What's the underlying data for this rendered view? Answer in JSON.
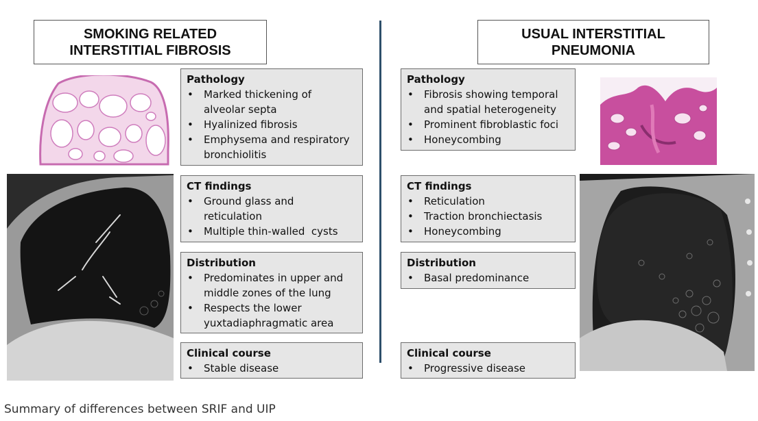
{
  "left": {
    "title": "SMOKING RELATED\nINTERSTITIAL FIBROSIS",
    "pathology": {
      "title": "Pathology",
      "items": [
        "Marked thickening of\nalveolar septa",
        "Hyalinized fibrosis",
        "Emphysema and respiratory\nbronchiolitis"
      ]
    },
    "ct": {
      "title": "CT findings",
      "items": [
        "Ground glass and\nreticulation",
        "Multiple thin-walled  cysts"
      ]
    },
    "distribution": {
      "title": "Distribution",
      "items": [
        "Predominates in upper and\nmiddle zones of the lung",
        "Respects the lower\nyuxtadiaphragmatic area"
      ]
    },
    "clinical": {
      "title": "Clinical course",
      "items": [
        "Stable disease"
      ]
    }
  },
  "right": {
    "title": "USUAL INTERSTITIAL\nPNEUMONIA",
    "pathology": {
      "title": "Pathology",
      "items": [
        "Fibrosis showing temporal\nand spatial heterogeneity",
        "Prominent fibroblastic foci",
        "Honeycombing"
      ]
    },
    "ct": {
      "title": "CT findings",
      "items": [
        "Reticulation",
        "Traction bronchiectasis",
        "Honeycombing"
      ]
    },
    "distribution": {
      "title": "Distribution",
      "items": [
        "Basal predominance"
      ]
    },
    "clinical": {
      "title": "Clinical course",
      "items": [
        "Progressive disease"
      ]
    }
  },
  "bullet": "•",
  "caption": "Summary of differences between SRIF and UIP",
  "colors": {
    "box_fill": "#e6e6e6",
    "box_border": "#6b6b6b",
    "divider": "#2e4f6b",
    "histology_pink": "#c45aa8"
  }
}
